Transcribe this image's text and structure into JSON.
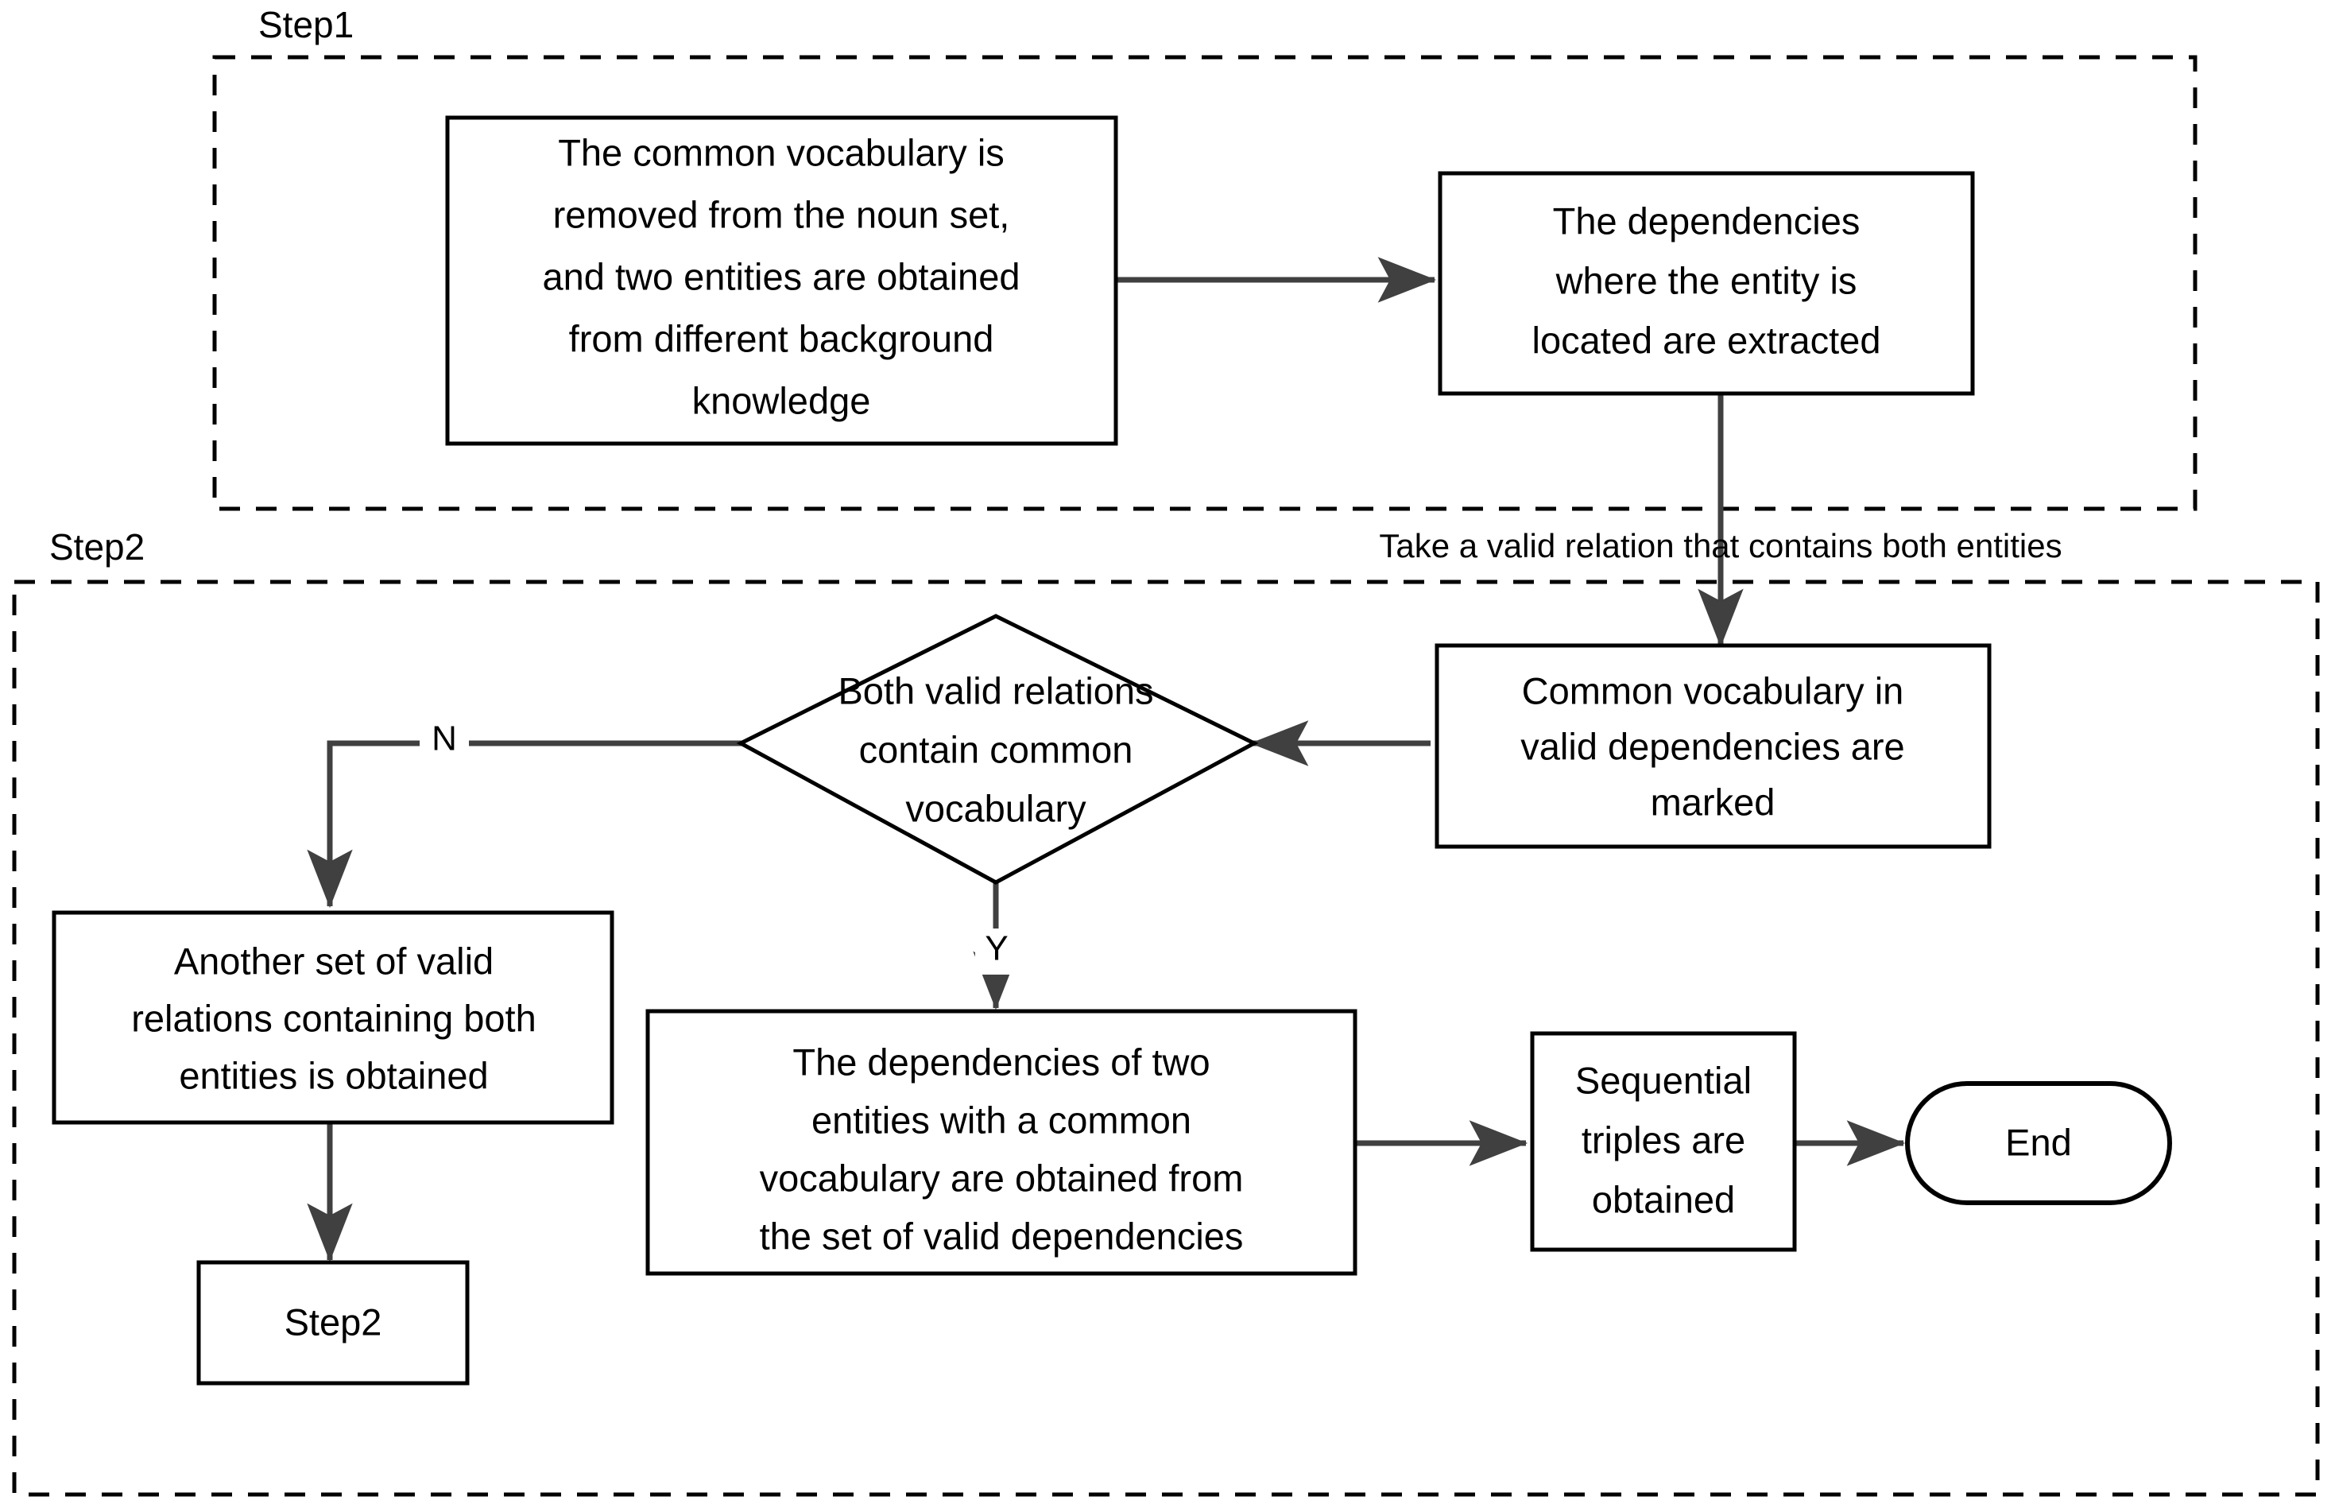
{
  "diagram": {
    "title_groups": [
      {
        "id": "step1",
        "label": "Step1"
      },
      {
        "id": "step2",
        "label": "Step2"
      }
    ],
    "nodes": {
      "common_vocab_removed": {
        "shape": "process",
        "lines": [
          "The common vocabulary is",
          "removed from the noun set,",
          "and two entities are obtained",
          "from different background",
          "knowledge"
        ]
      },
      "dependencies_extracted": {
        "shape": "process",
        "lines": [
          "The dependencies",
          "where the entity is",
          "located are extracted"
        ]
      },
      "common_vocab_marked": {
        "shape": "process",
        "lines": [
          "Common vocabulary in",
          "valid dependencies are",
          "marked"
        ]
      },
      "decision_both_valid": {
        "shape": "decision",
        "lines": [
          "Both valid relations",
          "contain common",
          "vocabulary"
        ]
      },
      "another_set_obtained": {
        "shape": "process",
        "lines": [
          "Another set of valid",
          "relations containing both",
          "entities is obtained"
        ]
      },
      "loop_back_step2": {
        "shape": "process",
        "lines": [
          "Step2"
        ]
      },
      "dependencies_of_two_entities": {
        "shape": "process",
        "lines": [
          "The dependencies of two",
          "entities with a common",
          "vocabulary are obtained from",
          "the set of valid dependencies"
        ]
      },
      "sequential_triples": {
        "shape": "process",
        "lines": [
          "Sequential",
          "triples are",
          "obtained"
        ]
      },
      "end_terminator": {
        "shape": "terminator",
        "lines": [
          "End"
        ]
      }
    },
    "edge_labels": {
      "take_valid_relation": "Take a valid relation that contains both entities",
      "branch_no": "N",
      "branch_yes": "Y"
    },
    "colors": {
      "node_stroke": "#000000",
      "connector": "#404040",
      "background": "#ffffff",
      "text": "#000000"
    }
  }
}
